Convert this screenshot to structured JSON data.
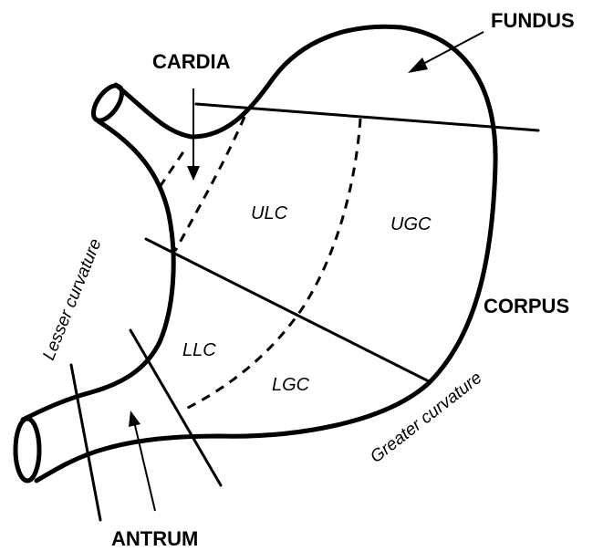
{
  "labels": {
    "fundus": "FUNDUS",
    "cardia": "CARDIA",
    "corpus": "CORPUS",
    "antrum": "ANTRUM",
    "ulc": "ULC",
    "ugc": "UGC",
    "llc": "LLC",
    "lgc": "LGC",
    "lesser_curvature": "Lesser curvature",
    "greater_curvature": "Greater curvature"
  }
}
